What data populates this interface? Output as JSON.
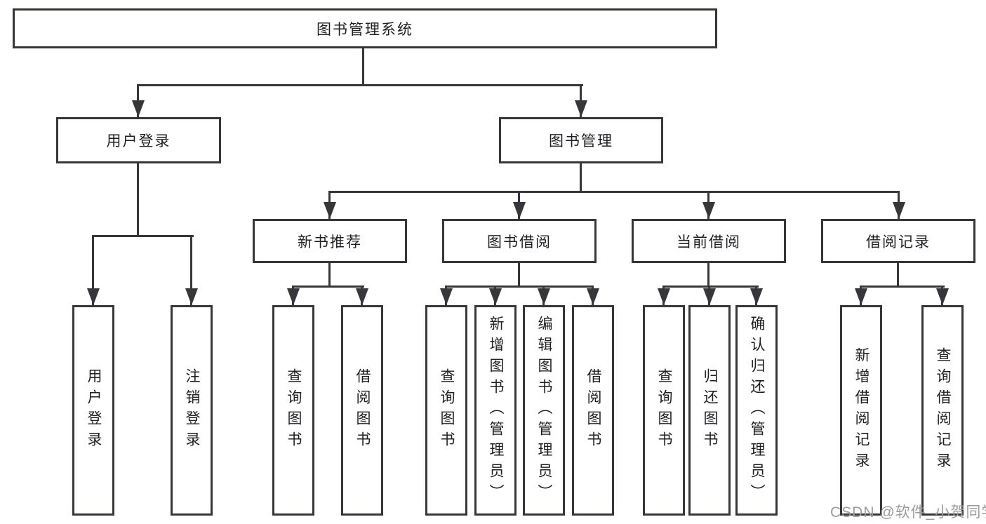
{
  "tree": {
    "label": "图书管理系统",
    "children": [
      {
        "label": "用户登录",
        "children": [
          {
            "label": "用户登录"
          },
          {
            "label": "注销登录"
          }
        ]
      },
      {
        "label": "图书管理",
        "children": [
          {
            "label": "新书推荐",
            "children": [
              {
                "label": "查询图书"
              },
              {
                "label": "借阅图书"
              }
            ]
          },
          {
            "label": "图书借阅",
            "children": [
              {
                "label": "查询图书"
              },
              {
                "label": "新增图书（管理员）"
              },
              {
                "label": "编辑图书（管理员）"
              },
              {
                "label": "借阅图书"
              }
            ]
          },
          {
            "label": "当前借阅",
            "children": [
              {
                "label": "查询图书"
              },
              {
                "label": "归还图书"
              },
              {
                "label": "确认归还（管理员）"
              }
            ]
          },
          {
            "label": "借阅记录",
            "children": [
              {
                "label": "新增借阅记录"
              },
              {
                "label": "查询借阅记录"
              }
            ]
          }
        ]
      }
    ]
  },
  "watermark": {
    "text": "CSDN @软件_小贺同学"
  },
  "colors": {
    "line": "#37373b",
    "box_border": "#37373b",
    "text": "#1f1f23",
    "watermark": "#9b9b9b",
    "background": "#ffffff"
  }
}
